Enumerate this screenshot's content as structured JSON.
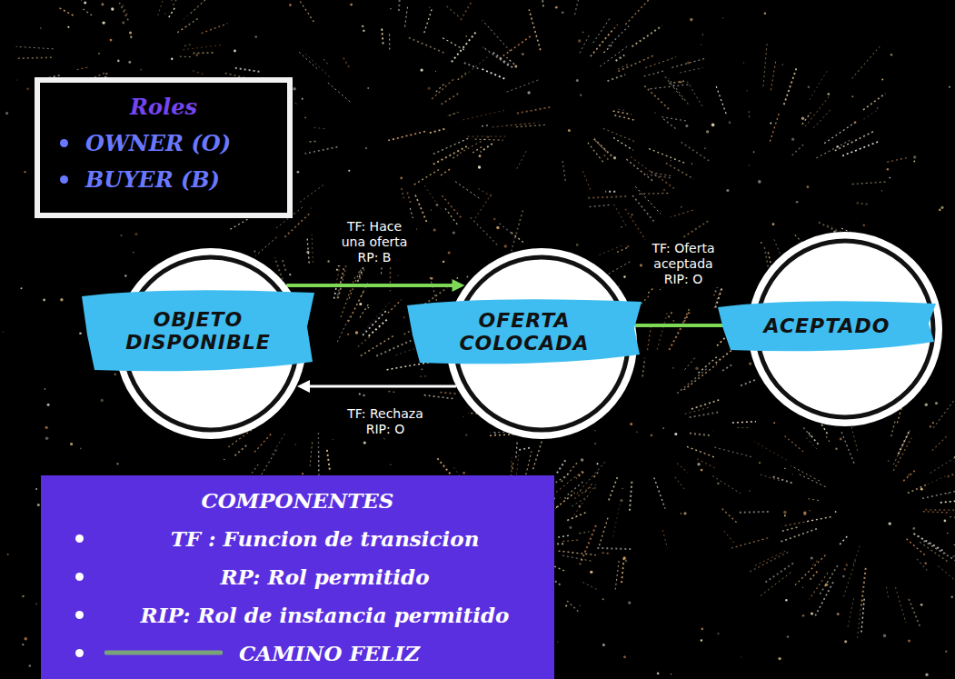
{
  "diagram": {
    "nodes": [
      {
        "text": [
          "Roles",
          "OWNER (O)",
          "BUYER (B)"
        ]
      },
      {
        "text": [
          "OBJETO DISPONIBLE"
        ]
      },
      {
        "text": [
          "OFERTA COLOCADA"
        ]
      },
      {
        "text": [
          "ACEPTADO"
        ]
      },
      {
        "text": [
          "COMPONENTES",
          "TF : Funcion de transicion",
          "RP: Rol permitido",
          "RIP: Rol de instancia permitido"
        ]
      }
    ],
    "edges": [
      {
        "from": 1,
        "to": 2,
        "label": "TF: Hace una oferta RP: B",
        "arrow": "to"
      },
      {
        "from": 2,
        "to": 3,
        "label": "TF: Oferta aceptada RIP: O",
        "arrow": "none"
      },
      {
        "from": 2,
        "to": 1,
        "label": "TF: Rechaza RIP: O",
        "arrow": "to"
      }
    ],
    "legend": [
      {
        "text": "CAMINO FELIZ"
      }
    ]
  }
}
